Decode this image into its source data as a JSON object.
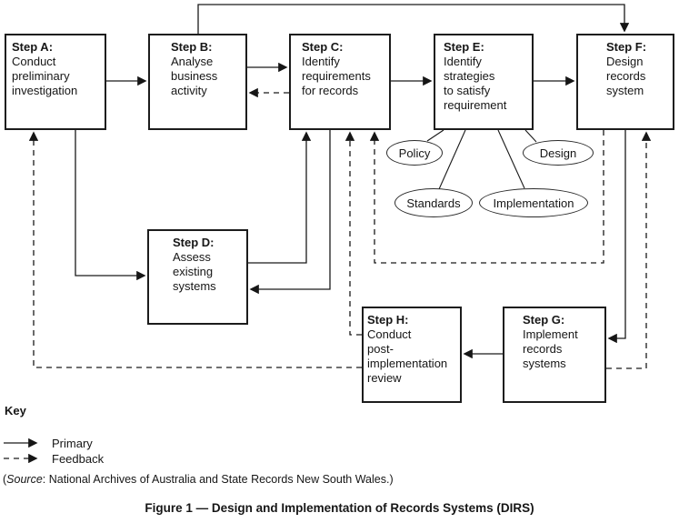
{
  "steps": {
    "a": {
      "title": "Step A:",
      "lines": [
        "Conduct",
        "preliminary",
        "investigation"
      ]
    },
    "b": {
      "title": "Step B:",
      "lines": [
        "Analyse",
        "business",
        "activity"
      ]
    },
    "c": {
      "title": "Step C:",
      "lines": [
        "Identify",
        "requirements",
        "for records"
      ]
    },
    "d": {
      "title": "Step D:",
      "lines": [
        "Assess",
        "existing",
        "systems"
      ]
    },
    "e": {
      "title": "Step E:",
      "lines": [
        "Identify",
        "strategies",
        "to satisfy",
        "requirement"
      ]
    },
    "f": {
      "title": "Step F:",
      "lines": [
        "Design",
        "records",
        "system"
      ]
    },
    "g": {
      "title": "Step G:",
      "lines": [
        "Implement",
        "records",
        "systems"
      ]
    },
    "h": {
      "title": "Step H:",
      "lines": [
        "Conduct",
        "post-",
        "implementation",
        "review"
      ]
    }
  },
  "ovals": {
    "policy": "Policy",
    "design": "Design",
    "standards": "Standards",
    "implementation": "Implementation"
  },
  "key": {
    "heading": "Key",
    "primary": "Primary",
    "feedback": "Feedback"
  },
  "source": {
    "open": "(",
    "word": "Source",
    "rest": ": National Archives of Australia and State Records New South Wales.)"
  },
  "caption": "Figure 1 — Design and Implementation of Records Systems (DIRS)",
  "colors": {
    "line": "#1a1a1a",
    "background": "#ffffff"
  }
}
